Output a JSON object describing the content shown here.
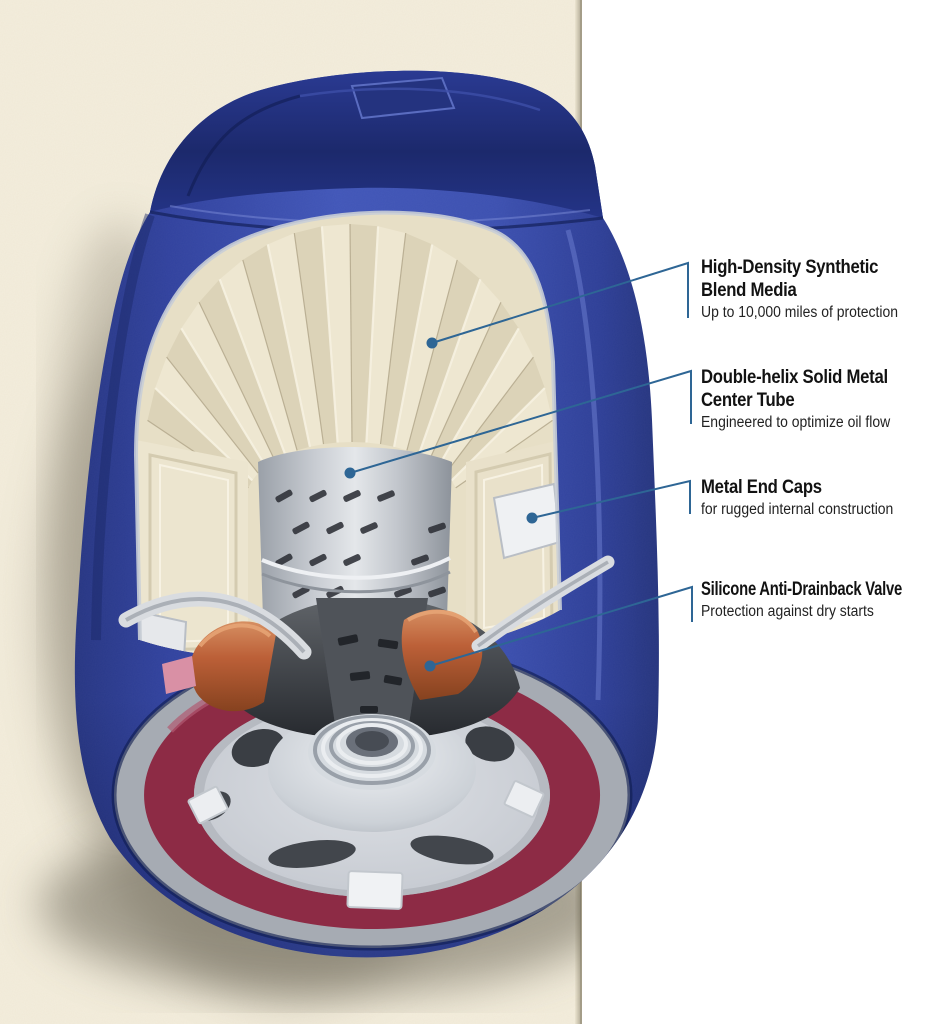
{
  "page": {
    "type": "product-infographic",
    "subject": "Cutaway view of a blue spin-on engine oil filter with labeled internal components"
  },
  "palette": {
    "wall_beige": "#f0e9d6",
    "background_white": "#ffffff",
    "shell_blue": "#3e54b5",
    "cap_navy": "#1e2c71",
    "media_cream": "#ece4cc",
    "center_tube_gray": "#c9cdd3",
    "gasket_maroon": "#8d2b45",
    "valve_copper": "#bc6038",
    "leader_blue": "#2e6695",
    "text_black": "#161616"
  },
  "callouts": [
    {
      "id": "media",
      "title": "High-Density Synthetic\nBlend Media",
      "description": "Up to 10,000 miles of protection"
    },
    {
      "id": "center-tube",
      "title": "Double-helix Solid Metal\nCenter Tube",
      "description": "Engineered to optimize oil flow"
    },
    {
      "id": "end-caps",
      "title": "Metal End Caps",
      "description": "for rugged internal construction"
    },
    {
      "id": "anti-drainback-valve",
      "title": "Silicone Anti-Drainback Valve",
      "description": "Protection against dry starts"
    }
  ]
}
